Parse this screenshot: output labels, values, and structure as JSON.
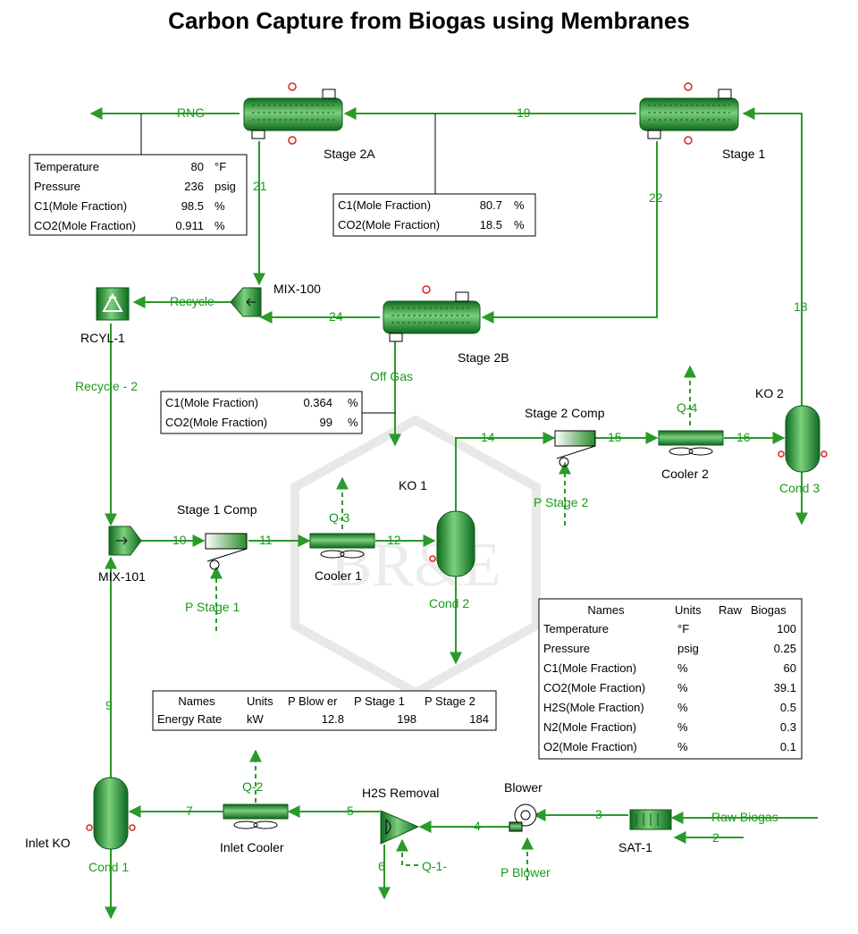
{
  "title": "Carbon Capture from Biogas using Membranes",
  "colors": {
    "stream": "#2a9a2a",
    "equipment": "#1f8a2f",
    "label": "#1a9a1a"
  },
  "watermark": "BR&E",
  "units": {
    "stage2a": "Stage 2A",
    "stage1": "Stage 1",
    "stage2b": "Stage 2B",
    "mix100": "MIX-100",
    "rcyl1": "RCYL-1",
    "ko1": "KO 1",
    "ko2": "KO 2",
    "stage2comp": "Stage 2 Comp",
    "cooler2": "Cooler 2",
    "stage1comp": "Stage 1 Comp",
    "cooler1": "Cooler 1",
    "mix101": "MIX-101",
    "inletko": "Inlet KO",
    "inletcooler": "Inlet Cooler",
    "h2sremoval": "H2S Removal",
    "blower": "Blower",
    "sat1": "SAT-1"
  },
  "streams": {
    "rng": "RNG",
    "s19": "19",
    "s21": "21",
    "s22": "22",
    "recycle": "Recycle",
    "s24": "24",
    "s18": "18",
    "offgas": "Off Gas",
    "recycle2": "Recycle - 2",
    "s14": "14",
    "s15": "15",
    "s16": "16",
    "q4": "Q-4",
    "cond3": "Cond 3",
    "pstage2": "P Stage 2",
    "q3": "Q-3",
    "s10": "10",
    "s11": "11",
    "s12": "12",
    "cond2": "Cond 2",
    "pstage1": "P Stage 1",
    "s9": "9",
    "q2": "Q-2",
    "s7": "7",
    "s5": "5",
    "s4": "4",
    "s3": "3",
    "s2": "2",
    "rawbiogas": "Raw Biogas",
    "cond1": "Cond 1",
    "s6": "6",
    "q1": "Q-1-",
    "pblower": "P Blower"
  },
  "rng_table": {
    "rows": [
      {
        "name": "Temperature",
        "value": "80",
        "unit": "°F"
      },
      {
        "name": "Pressure",
        "value": "236",
        "unit": "psig"
      },
      {
        "name": "C1(Mole Fraction)",
        "value": "98.5",
        "unit": "%"
      },
      {
        "name": "CO2(Mole Fraction)",
        "value": "0.911",
        "unit": "%"
      }
    ]
  },
  "s19_table": {
    "rows": [
      {
        "name": "C1(Mole Fraction)",
        "value": "80.7",
        "unit": "%"
      },
      {
        "name": "CO2(Mole Fraction)",
        "value": "18.5",
        "unit": "%"
      }
    ]
  },
  "offgas_table": {
    "rows": [
      {
        "name": "C1(Mole Fraction)",
        "value": "0.364",
        "unit": "%"
      },
      {
        "name": "CO2(Mole Fraction)",
        "value": "99",
        "unit": "%"
      }
    ]
  },
  "biogas_table": {
    "headers": [
      "Names",
      "Units",
      "Raw",
      "Biogas"
    ],
    "rows": [
      {
        "name": "Temperature",
        "unit": "°F",
        "value": "100"
      },
      {
        "name": "Pressure",
        "unit": "psig",
        "value": "0.25"
      },
      {
        "name": "C1(Mole Fraction)",
        "unit": "%",
        "value": "60"
      },
      {
        "name": "CO2(Mole Fraction)",
        "unit": "%",
        "value": "39.1"
      },
      {
        "name": "H2S(Mole Fraction)",
        "unit": "%",
        "value": "0.5"
      },
      {
        "name": "N2(Mole Fraction)",
        "unit": "%",
        "value": "0.3"
      },
      {
        "name": "O2(Mole Fraction)",
        "unit": "%",
        "value": "0.1"
      }
    ]
  },
  "energy_table": {
    "headers": [
      "Names",
      "Units",
      "P Blow er",
      "P Stage 1",
      "P Stage 2"
    ],
    "row": [
      "Energy Rate",
      "kW",
      "12.8",
      "198",
      "184"
    ]
  }
}
